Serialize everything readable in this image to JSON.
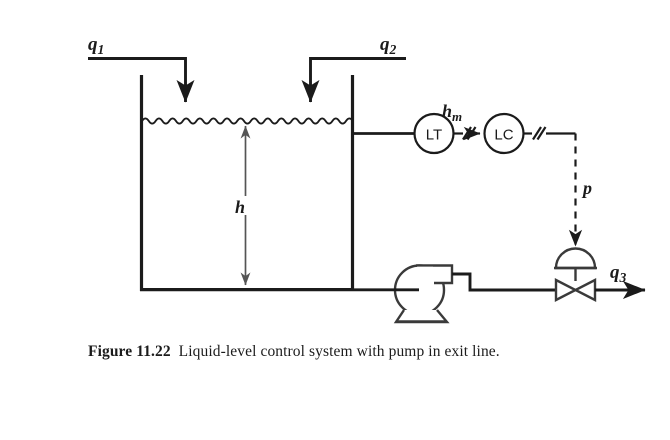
{
  "figure": {
    "caption_label": "Figure 11.22",
    "caption_text": "Liquid-level control system with pump in exit line.",
    "background_color": "#ffffff",
    "line_color": "#1b1b1b"
  },
  "diagram": {
    "type": "process-control-diagram",
    "streams": [
      {
        "id": "q1",
        "label": "q",
        "subscript": "1",
        "role": "inlet-flow-left",
        "direction": "down-into-tank"
      },
      {
        "id": "q2",
        "label": "q",
        "subscript": "2",
        "role": "inlet-flow-right",
        "direction": "down-into-tank"
      },
      {
        "id": "q3",
        "label": "q",
        "subscript": "3",
        "role": "outlet-flow",
        "direction": "right-out"
      }
    ],
    "variables": [
      {
        "id": "h",
        "label": "h",
        "subscript": "",
        "role": "liquid-level-dimension"
      },
      {
        "id": "hm",
        "label": "h",
        "subscript": "m",
        "role": "measured-level-signal"
      },
      {
        "id": "p",
        "label": "p",
        "subscript": "",
        "role": "pneumatic-control-signal"
      }
    ],
    "instruments": [
      {
        "id": "LT",
        "tag": "LT",
        "name": "level-transmitter"
      },
      {
        "id": "LC",
        "tag": "LC",
        "name": "level-controller"
      }
    ],
    "equipment": [
      {
        "id": "tank",
        "name": "liquid-storage-tank"
      },
      {
        "id": "pump",
        "name": "centrifugal-pump"
      },
      {
        "id": "valve",
        "name": "pneumatic-control-valve"
      }
    ]
  }
}
